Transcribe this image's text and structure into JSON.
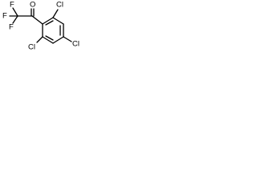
{
  "molecule": {
    "atoms": {
      "f_top": "F",
      "f_left": "F",
      "f_bottom": "F",
      "o_carbonyl": "O",
      "cl_top_right": "Cl",
      "cl_right": "Cl",
      "cl_bottom_left": "Cl"
    },
    "colors": {
      "bond": "#000000",
      "label": "#000000",
      "background": "#ffffff"
    }
  }
}
